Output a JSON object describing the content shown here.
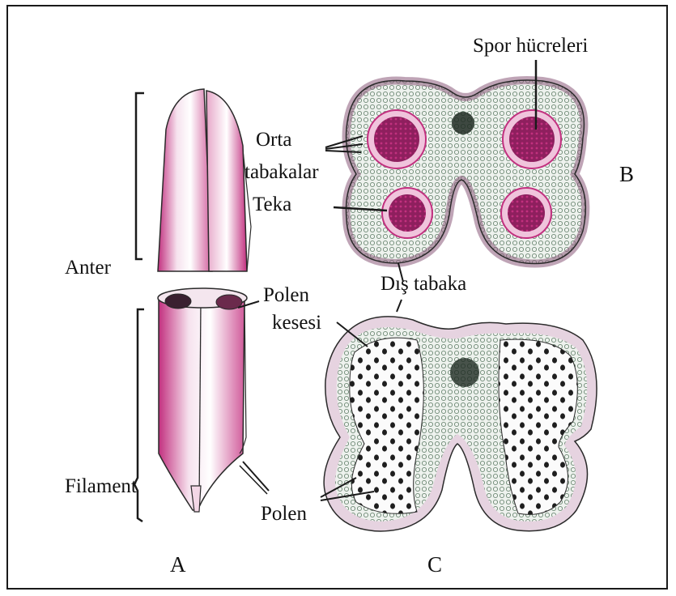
{
  "labels": {
    "spor_hucreleri": "Spor hücreleri",
    "orta": "Orta",
    "tabakalar": "tabakalar",
    "teka": "Teka",
    "b_panel": "B",
    "anter": "Anter",
    "dis_tabaka": "Dış tabaka",
    "polen_line1": "Polen",
    "polen_line2": "kesesi",
    "filament": "Filament",
    "polen": "Polen",
    "a_panel": "A",
    "c_panel": "C"
  },
  "colors": {
    "magenta": "#c2307f",
    "dark_magenta": "#8e1f5e",
    "light_pink": "#f0c4dc",
    "tissue_green": "#6f8a76",
    "outline": "#2a2a2a"
  }
}
